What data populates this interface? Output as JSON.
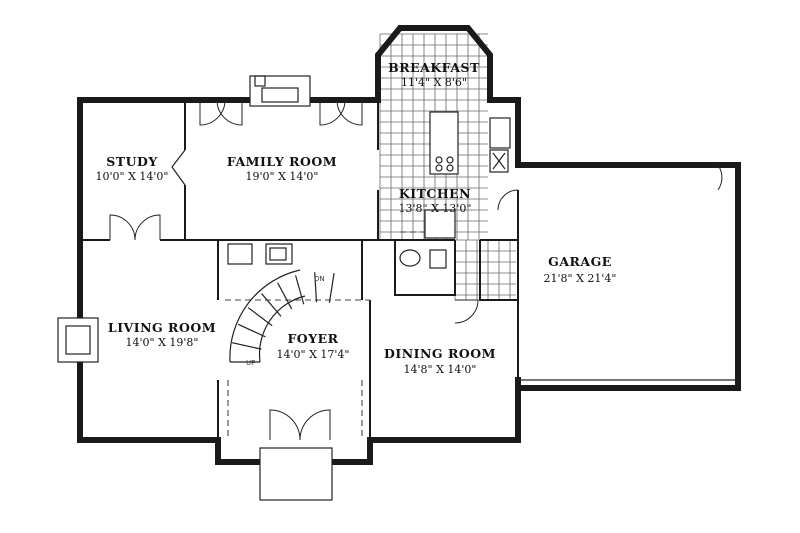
{
  "rooms": [
    {
      "id": "breakfast",
      "name": "BREAKFAST",
      "dims": "11'4\" X 8'6\""
    },
    {
      "id": "study",
      "name": "STUDY",
      "dims": "10'0\" X 14'0\""
    },
    {
      "id": "family-room",
      "name": "FAMILY ROOM",
      "dims": "19'0\" X 14'0\""
    },
    {
      "id": "kitchen",
      "name": "KITCHEN",
      "dims": "13'8\" X 13'0\""
    },
    {
      "id": "garage",
      "name": "GARAGE",
      "dims": "21'8\" X 21'4\""
    },
    {
      "id": "living-room",
      "name": "LIVING ROOM",
      "dims": "14'0\" X 19'8\""
    },
    {
      "id": "foyer",
      "name": "FOYER",
      "dims": "14'0\" X 17'4\""
    },
    {
      "id": "dining-room",
      "name": "DINING ROOM",
      "dims": "14'8\" X 14'0\""
    }
  ],
  "stair_labels": {
    "up": "UP",
    "down": "DN"
  }
}
